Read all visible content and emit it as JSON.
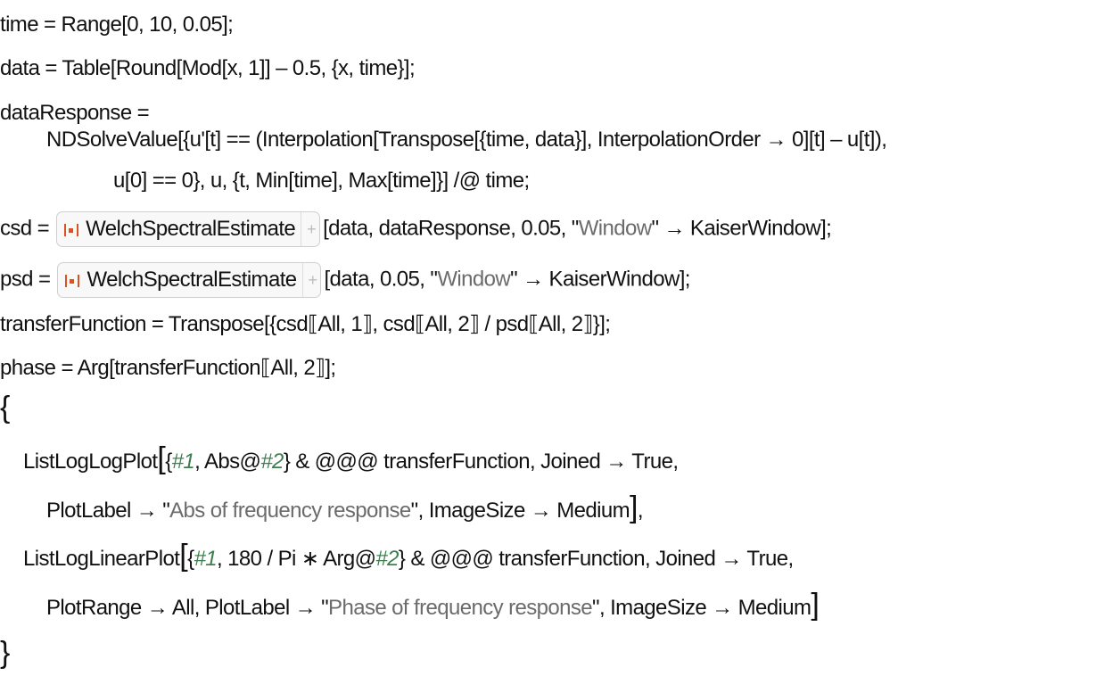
{
  "code_lines": [
    [
      {
        "t": "time = Range[0, 10, 0.05];"
      }
    ],
    [
      {
        "t": "data = Table[Round[Mod[x, 1]] – 0.5, {x, time}];"
      }
    ],
    [
      {
        "t": "dataResponse ="
      }
    ],
    [
      {
        "t": "NDSolveValue[{u'[t] == (Interpolation[Transpose[{time, data}], InterpolationOrder → 0][t] – u[t]),"
      }
    ],
    [
      {
        "t": "u[0] == 0}, u, {t, Min[time], Max[time]}] /@ time;"
      }
    ],
    [
      {
        "t": "csd = "
      },
      {
        "rf": "WelchSpectralEstimate"
      },
      {
        "t": "[data, dataResponse, 0.05, \""
      },
      {
        "s": "Window"
      },
      {
        "t": "\" → KaiserWindow];"
      }
    ],
    [
      {
        "t": "psd = "
      },
      {
        "rf": "WelchSpectralEstimate"
      },
      {
        "t": "[data, 0.05, \""
      },
      {
        "s": "Window"
      },
      {
        "t": "\" → KaiserWindow];"
      }
    ],
    [
      {
        "t": "transferFunction = Transpose[{csd⟦All, 1⟧, csd⟦All, 2⟧ / psd⟦All, 2⟧}];"
      }
    ],
    [
      {
        "t": "phase = Arg[transferFunction⟦All, 2⟧];"
      }
    ],
    [
      {
        "b": "{"
      }
    ],
    [
      {
        "t": "ListLogLogPlot"
      },
      {
        "b": "["
      },
      {
        "t": "{"
      },
      {
        "g": "#1"
      },
      {
        "t": ", Abs@"
      },
      {
        "g": "#2"
      },
      {
        "t": "} & @@@ transferFunction, Joined → True,"
      }
    ],
    [
      {
        "t": "PlotLabel → \""
      },
      {
        "s": "Abs of frequency response"
      },
      {
        "t": "\", ImageSize → Medium"
      },
      {
        "b": "]"
      },
      {
        "t": ","
      }
    ],
    [
      {
        "t": "ListLogLinearPlot"
      },
      {
        "b": "["
      },
      {
        "t": "{"
      },
      {
        "g": "#1"
      },
      {
        "t": ", 180 / Pi ∗ Arg@"
      },
      {
        "g": "#2"
      },
      {
        "t": "} & @@@ transferFunction, Joined → True,"
      }
    ],
    [
      {
        "t": "PlotRange → All, PlotLabel → \""
      },
      {
        "s": "Phase of frequency response"
      },
      {
        "t": "\", ImageSize → Medium"
      },
      {
        "b": "]"
      }
    ],
    [
      {
        "b": "}"
      }
    ]
  ]
}
